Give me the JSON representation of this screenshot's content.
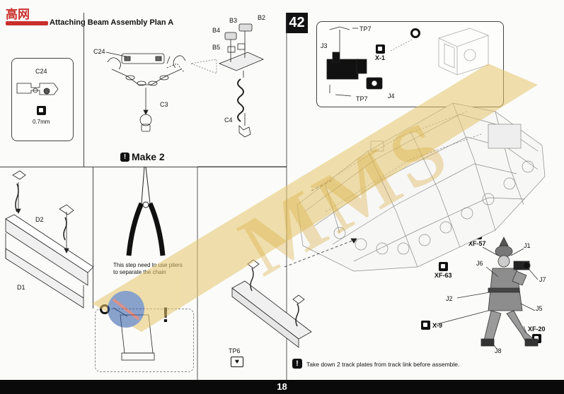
{
  "header": {
    "logo_text": "高网",
    "step_left_title": "Attaching Beam Assembly Plan A",
    "step_right_number": "42"
  },
  "left_panel": {
    "c24_detail": {
      "part_label": "C24",
      "drill_size": "0.7mm"
    },
    "chain_assembly": {
      "labels": [
        "C24",
        "B4",
        "B5",
        "B3",
        "B2",
        "C3",
        "C4"
      ]
    },
    "make_count": "Make 2",
    "pliers_note_line1": "This step need to use pilers",
    "pliers_note_line2": "to separate the chain",
    "beam_parts": {
      "top": "D2",
      "bottom": "D1"
    }
  },
  "right_panel": {
    "pedal_detail": {
      "labels": [
        "J3",
        "TP7",
        "TP7",
        "J4",
        "X-1"
      ]
    },
    "track_part": "TP6",
    "figure_labels": [
      "XF-57",
      "J1",
      "J6",
      "XF-63",
      "J7",
      "J2",
      "J5",
      "X-9",
      "XF-20",
      "J8"
    ],
    "note": "Take down 2 track plates from track link before assemble."
  },
  "watermark_text": "MMS",
  "footer": {
    "page_number": "18"
  },
  "colors": {
    "ink": "#111111",
    "paper": "#f4f4f2",
    "watermark_gold": "#e6c66a",
    "watermark_blue": "#2d5aa8",
    "watermark_red": "#c03a2b",
    "footer": "#0a0a0a"
  }
}
